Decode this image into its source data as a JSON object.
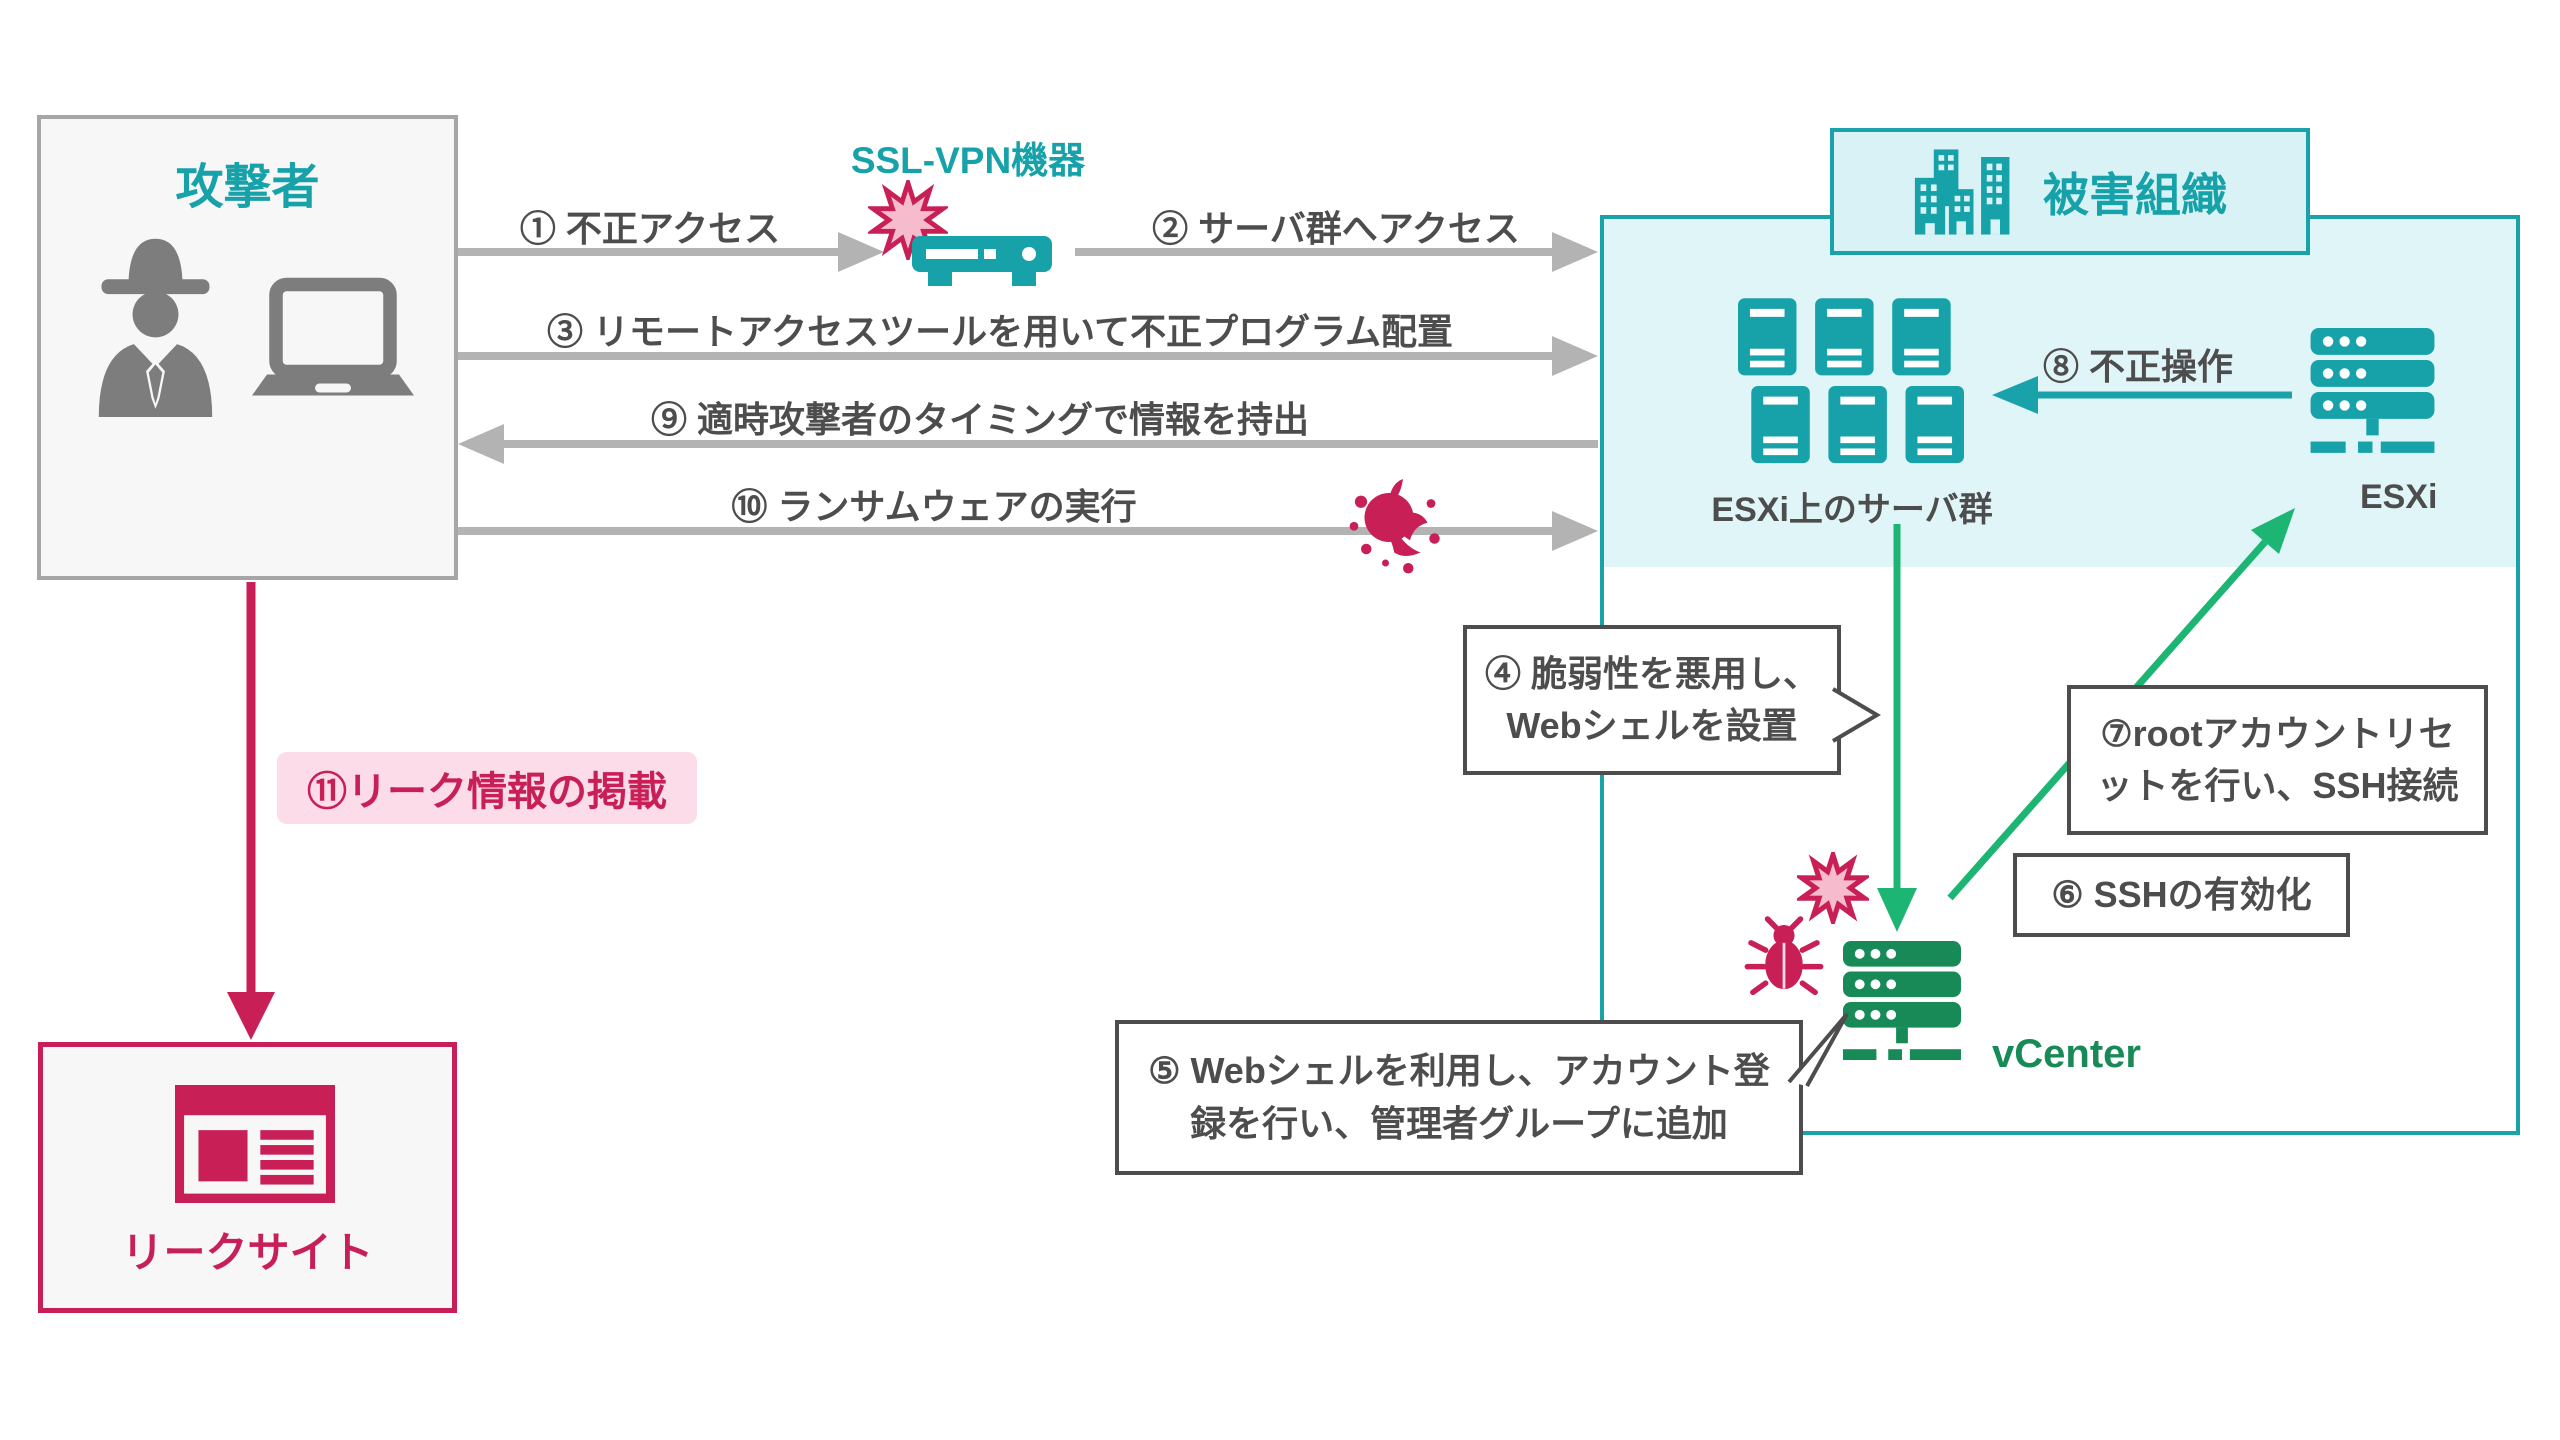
{
  "diagram": {
    "attacker": {
      "title": "攻撃者"
    },
    "ssl_vpn": {
      "label": "SSL-VPN機器"
    },
    "victim": {
      "header": "被害組織"
    },
    "flows": {
      "f1": "① 不正アクセス",
      "f2": "② サーバ群へアクセス",
      "f3": "③ リモートアクセスツールを用いて不正プログラム配置",
      "f9": "⑨ 適時攻撃者のタイミングで情報を持出",
      "f10": "⑩ ランサムウェアの実行",
      "f8": "⑧ 不正操作"
    },
    "nodes": {
      "esxi_servers": "ESXi上のサーバ群",
      "esxi": "ESXi",
      "vcenter": "vCenter"
    },
    "callouts": {
      "c4_line1": "④ 脆弱性を悪用し、",
      "c4_line2": "Webシェルを設置",
      "c5_line1": "⑤ Webシェルを利用し、アカウント登",
      "c5_line2": "録を行い、管理者グループに追加",
      "c6": "⑥ SSHの有効化",
      "c7_line1": "⑦rootアカウントリセ",
      "c7_line2": "ットを行い、SSH接続"
    },
    "leak": {
      "step": "⑪リーク情報の掲載",
      "site": "リークサイト"
    },
    "colors": {
      "teal": "#17a2aa",
      "green_arrow": "#1db573",
      "vcenter_green": "#188a57",
      "crimson": "#c71f56",
      "pink_badge_bg": "#fbdce8",
      "burst_pink": "#f6bccd",
      "cyan_band_bg": "#e0f5f8",
      "header_bg": "#d9f2f6",
      "arrow_gray": "#b3b3b3",
      "text_gray": "#4d4d4d",
      "icon_gray": "#7d7d7d"
    }
  }
}
